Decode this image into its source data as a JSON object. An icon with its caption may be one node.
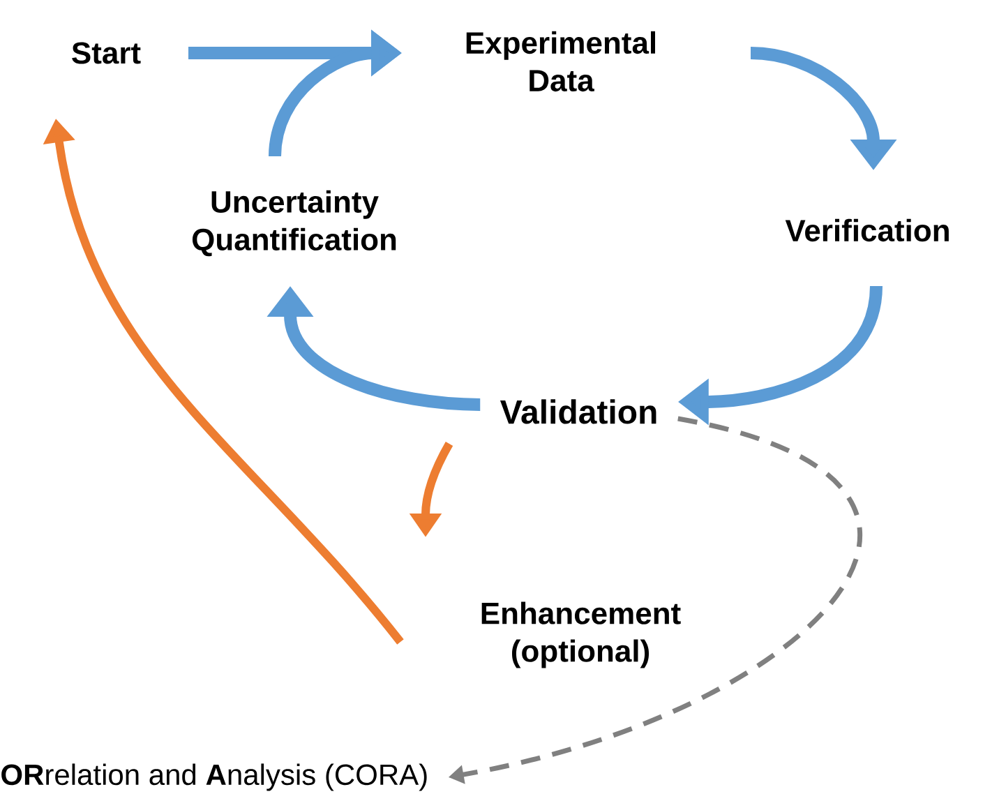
{
  "diagram": {
    "nodes": [
      {
        "text": [
          "Start"
        ]
      },
      {
        "text": [
          "Experimental Data"
        ]
      },
      {
        "text": [
          "Verification"
        ]
      },
      {
        "text": [
          "Validation"
        ]
      },
      {
        "text": [
          "Uncertainty Quantification"
        ]
      },
      {
        "text": [
          "Enhancement (optional)"
        ]
      },
      {
        "text": [
          "**OR**relation and **A**nalysis (CORA)"
        ]
      }
    ],
    "edges": [
      {
        "from": 0,
        "to": 1,
        "arrow": "to"
      },
      {
        "from": 4,
        "to": 1,
        "arrow": "to"
      },
      {
        "from": 1,
        "to": 2,
        "arrow": "to"
      },
      {
        "from": 2,
        "to": 3,
        "arrow": "to"
      },
      {
        "from": 3,
        "to": 4,
        "arrow": "to"
      },
      {
        "from": 3,
        "to": 5,
        "arrow": "to",
        "color": "#ed7d31"
      },
      {
        "from": 5,
        "to": 0,
        "arrow": "to",
        "color": "#ed7d31"
      },
      {
        "from": 3,
        "to": 6,
        "arrow": "to",
        "style": "dashed",
        "color": "#808080"
      }
    ]
  }
}
